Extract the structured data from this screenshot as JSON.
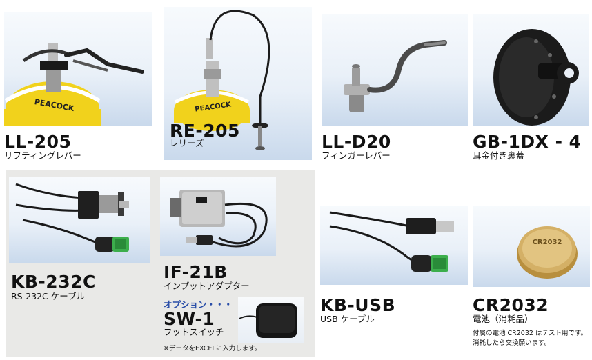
{
  "products": {
    "ll205": {
      "code": "LL-205",
      "name": "リフティングレバー"
    },
    "re205": {
      "code": "RE-205",
      "name": "レリーズ"
    },
    "lld20": {
      "code": "LL-D20",
      "name": "フィンガーレバー"
    },
    "gb1dx": {
      "code": "GB-1DX - 4",
      "name": "耳金付き裏蓋"
    },
    "kb232c": {
      "code": "KB-232C",
      "name": "RS-232C ケーブル"
    },
    "if21b": {
      "code": "IF-21B",
      "name": "インプットアダプター"
    },
    "sw1": {
      "label": "オプション・・・",
      "code": "SW-1",
      "name": "フットスイッチ",
      "note": "※データをEXCELに入力します。"
    },
    "kbusb": {
      "code": "KB-USB",
      "name": "USB ケーブル"
    },
    "cr2032": {
      "code": "CR2032",
      "name": "電池（消耗品）",
      "note_line1": "付属の電池 CR2032 はテスト用です。",
      "note_line2": "消耗したら交換願います。"
    }
  },
  "image_labels": {
    "gauge_brand_1": "PEACOCK",
    "gauge_brand_2": "PEACOCK",
    "battery_text": "CR2032"
  },
  "colors": {
    "gauge_yellow": "#f1d21c",
    "connector_green": "#3cae4c",
    "photo_bg": "#e6eef7",
    "option_box_bg": "#e9e9e7",
    "option_label_blue": "#2a4ea8"
  }
}
